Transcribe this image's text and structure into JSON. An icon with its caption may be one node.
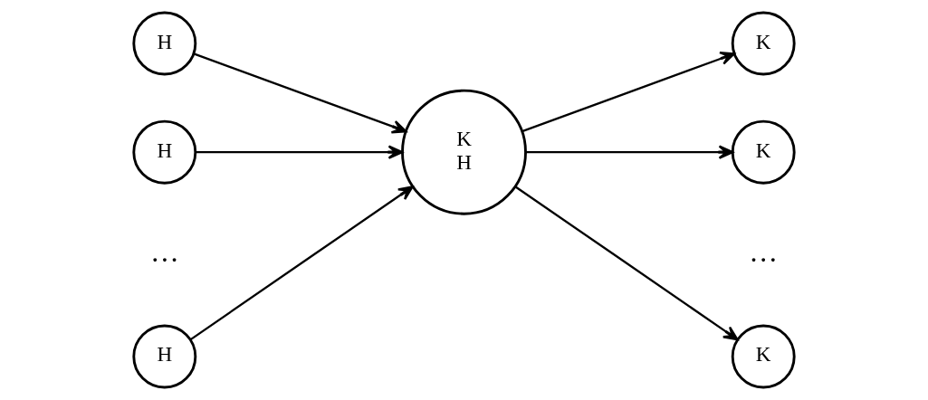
{
  "diagram": {
    "nodes": [
      {
        "text": [
          "H"
        ]
      },
      {
        "text": [
          "H"
        ]
      },
      {
        "text": [
          "H"
        ]
      },
      {
        "text": [
          "K",
          "H"
        ]
      },
      {
        "text": [
          "K"
        ]
      },
      {
        "text": [
          "K"
        ]
      },
      {
        "text": [
          "K"
        ]
      }
    ],
    "edges": [
      {
        "from": 0,
        "to": 3,
        "arrow": "to"
      },
      {
        "from": 1,
        "to": 3,
        "arrow": "to"
      },
      {
        "from": 2,
        "to": 3,
        "arrow": "to"
      },
      {
        "from": 3,
        "to": 4,
        "arrow": "to"
      },
      {
        "from": 3,
        "to": 5,
        "arrow": "to"
      },
      {
        "from": 3,
        "to": 6,
        "arrow": "to"
      }
    ],
    "labels": [
      "…",
      "…"
    ]
  }
}
